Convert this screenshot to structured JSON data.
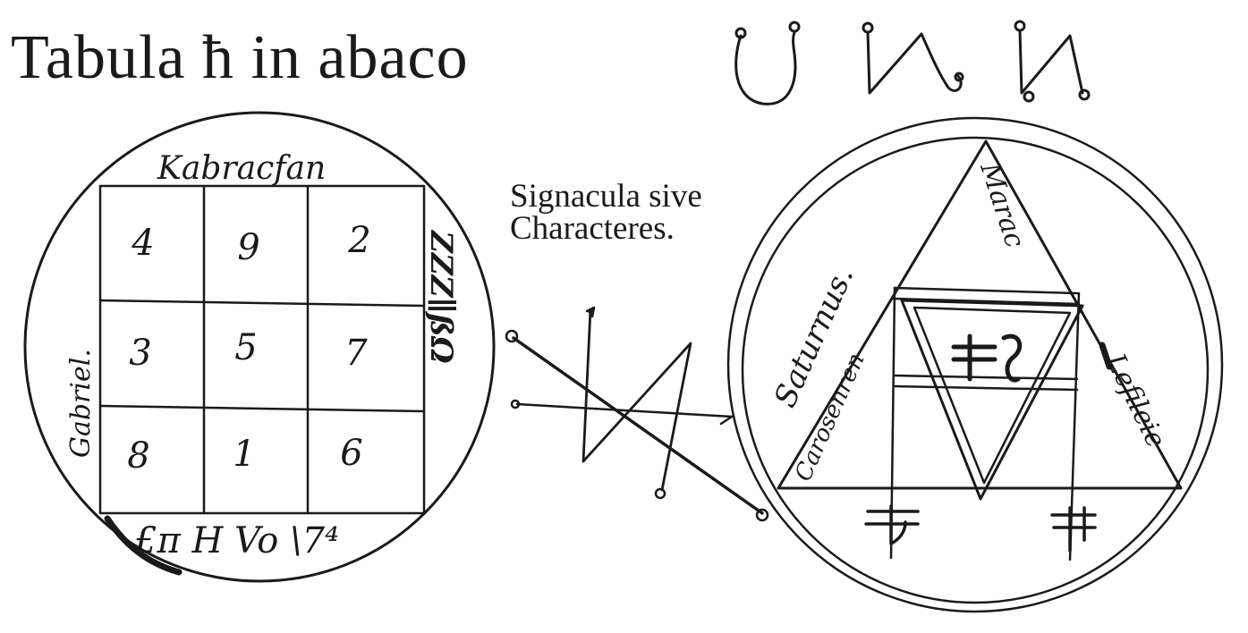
{
  "title": "Tabula ħ in abaco",
  "subtitle_line1": "Signacula sive",
  "subtitle_line2": "Characteres.",
  "table": {
    "top_name": "Kabracfan",
    "left_name": "Gabriel.",
    "right_name": "ZZZ∥ßΩ",
    "bottom_glyphs": "£π H Vo \\7⁴",
    "cells": [
      [
        "4",
        "9",
        "2"
      ],
      [
        "3",
        "5",
        "7"
      ],
      [
        "8",
        "1",
        "6"
      ]
    ]
  },
  "seal": {
    "top_name": "Marac",
    "left_name": "Saturnus.",
    "left_inner_name": "Carosenren",
    "right_name": "Lefileie"
  },
  "colors": {
    "ink": "#1a1a1a",
    "paper": "#ffffff"
  }
}
